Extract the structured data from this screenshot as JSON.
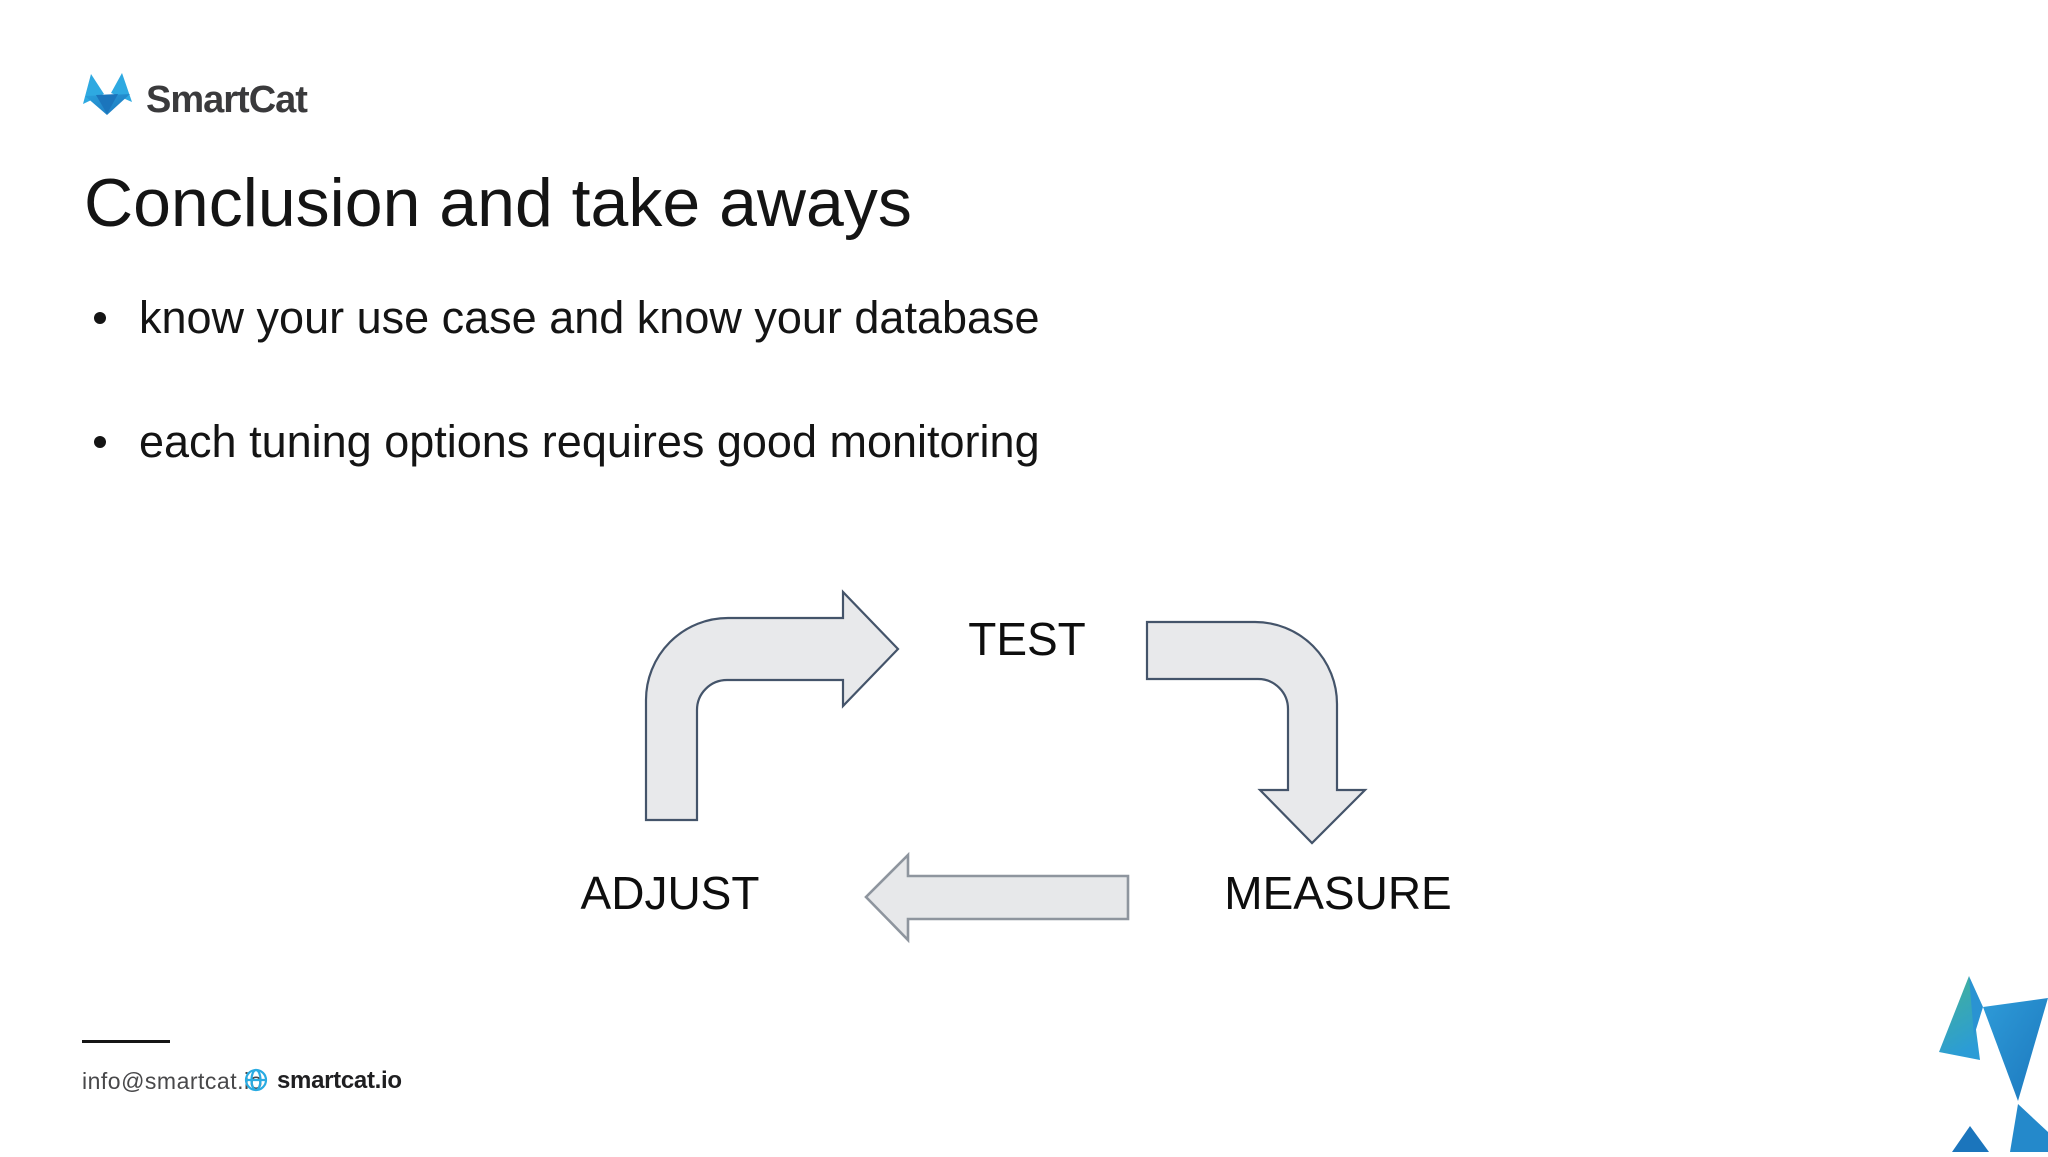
{
  "brand": {
    "name": "SmartCat"
  },
  "title": "Conclusion and take aways",
  "bullets": [
    "know your use case and know your database",
    "each tuning options requires good monitoring"
  ],
  "diagram": {
    "type": "cycle",
    "steps": [
      {
        "label": "TEST"
      },
      {
        "label": "MEASURE"
      },
      {
        "label": "ADJUST"
      }
    ],
    "arrows": [
      {
        "from": "ADJUST",
        "to": "TEST",
        "shape": "bent-up-then-right"
      },
      {
        "from": "TEST",
        "to": "MEASURE",
        "shape": "bent-right-then-down"
      },
      {
        "from": "MEASURE",
        "to": "ADJUST",
        "shape": "straight-left"
      }
    ]
  },
  "footer": {
    "email": "info@smartcat.io",
    "website": "smartcat.io"
  },
  "icons": {
    "brand_logo": "cat-logo-icon",
    "globe": "globe-icon",
    "corner_logo": "cat-logo-corner-icon"
  },
  "colors": {
    "accent_blue": "#29abe2",
    "logo_dark_blue": "#1b75bc",
    "logo_teal": "#44b398",
    "arrow_fill": "#e8e9eb",
    "arrow_stroke": "#44546a",
    "straight_arrow_fill": "#e7e8ea",
    "straight_arrow_stroke": "#8e959e",
    "text": "#141414"
  }
}
